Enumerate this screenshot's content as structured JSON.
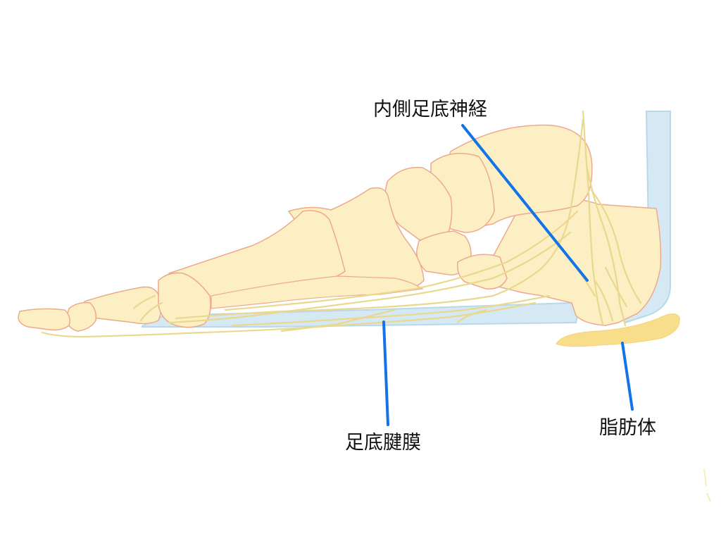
{
  "labels": {
    "medial_plantar_nerve": "内側足底神経",
    "plantar_fascia": "足底腱膜",
    "fat_pad": "脂肪体"
  },
  "colors": {
    "bone_fill": "#fcefc4",
    "bone_stroke": "#eea98c",
    "nerve": "#ead88e",
    "fascia": "#d5e9f4",
    "fascia_stroke": "#b9d8ea",
    "fat": "#f8de8a",
    "leader": "#1473e6",
    "text": "#111111"
  }
}
